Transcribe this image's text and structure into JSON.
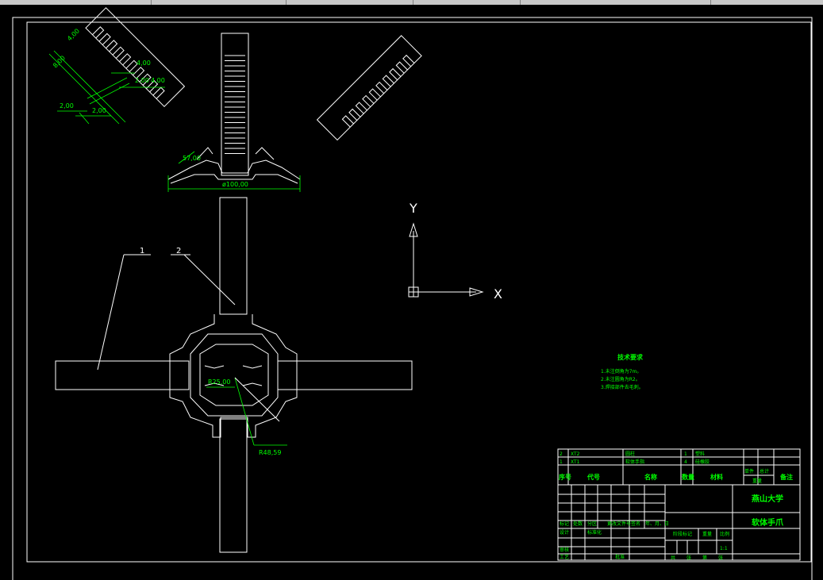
{
  "dims": {
    "d1": "4,00",
    "d2": "4,00",
    "d3": "2,00",
    "d4": "4,00",
    "d5": "2,00",
    "d6": "2,00",
    "d7": "2,00",
    "d8": "8,00",
    "d9": "57,00",
    "d10": "ø100,00",
    "d11": "R25,00",
    "d12": "R48,59"
  },
  "leaders": {
    "l1": "1",
    "l2": "2"
  },
  "ucs": {
    "x": "X",
    "y": "Y"
  },
  "tech": {
    "title": "技术要求",
    "lines": [
      "1.未注倒角为7m。",
      "2.未注圆角为R2。",
      "3.焊接部件去毛刺。"
    ]
  },
  "title_block": {
    "parts": [
      {
        "no": "2",
        "code": "XT2",
        "name": "圆柱",
        "qty": "1",
        "material": "塑料"
      },
      {
        "no": "1",
        "code": "XT1",
        "name": "软体手指",
        "qty": "4",
        "material": "硅橡胶"
      }
    ],
    "header": {
      "no": "序号",
      "code": "代号",
      "name": "名称",
      "qty": "数量",
      "material": "材料",
      "unit": "单件",
      "total": "总计",
      "weight": "重量",
      "note": "备注"
    },
    "school": "燕山大学",
    "drawing_name": "软体手爪",
    "rev_row": [
      "标记",
      "处数",
      "分区",
      "更改文件号",
      "签名",
      "年、月、日"
    ],
    "design_row": [
      "设计",
      "标准化",
      "阶段标记",
      "重量",
      "比例"
    ],
    "scale": "1:1",
    "check": "审核",
    "process": "工艺",
    "approve": "批准",
    "sheet": [
      "共",
      "张",
      "第",
      "张"
    ]
  }
}
